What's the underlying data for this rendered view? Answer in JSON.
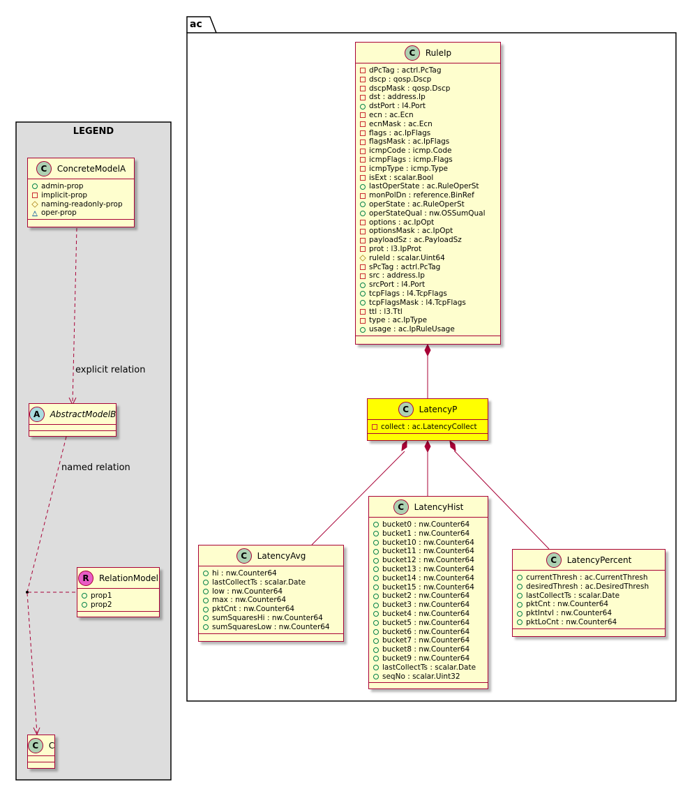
{
  "colors": {
    "class_fill": "#FEFECE",
    "highlight_fill": "#FFFF00",
    "border": "#A80036",
    "class_circle": "#ADD1B2",
    "abstract_circle": "#A9DCDF",
    "relation_circle": "#E85CC6",
    "legend_bg": "#DDDDDD"
  },
  "package": {
    "name": "ac"
  },
  "legend": {
    "title": "LEGEND",
    "concrete": {
      "glyph": "C",
      "name": "ConcreteModelA",
      "attrs": [
        {
          "vis": "public",
          "text": "admin-prop"
        },
        {
          "vis": "private",
          "text": "implicit-prop"
        },
        {
          "vis": "protected",
          "text": "naming-readonly-prop"
        },
        {
          "vis": "package",
          "text": "oper-prop"
        }
      ]
    },
    "abstract": {
      "glyph": "A",
      "name": "AbstractModelB"
    },
    "relation": {
      "glyph": "R",
      "name": "RelationModel",
      "attrs": [
        {
          "vis": "public",
          "text": "prop1"
        },
        {
          "vis": "public",
          "text": "prop2"
        }
      ]
    },
    "target": {
      "glyph": "C",
      "name": "C"
    },
    "explicit_label": "explicit relation",
    "named_label": "named relation"
  },
  "classes": {
    "ruleip": {
      "glyph": "C",
      "name": "RuleIp",
      "attrs": [
        {
          "vis": "private",
          "text": "dPcTag : actrl.PcTag"
        },
        {
          "vis": "private",
          "text": "dscp : qosp.Dscp"
        },
        {
          "vis": "private",
          "text": "dscpMask : qosp.Dscp"
        },
        {
          "vis": "private",
          "text": "dst : address.Ip"
        },
        {
          "vis": "public",
          "text": "dstPort : l4.Port"
        },
        {
          "vis": "private",
          "text": "ecn : ac.Ecn"
        },
        {
          "vis": "private",
          "text": "ecnMask : ac.Ecn"
        },
        {
          "vis": "private",
          "text": "flags : ac.IpFlags"
        },
        {
          "vis": "private",
          "text": "flagsMask : ac.IpFlags"
        },
        {
          "vis": "private",
          "text": "icmpCode : icmp.Code"
        },
        {
          "vis": "private",
          "text": "icmpFlags : icmp.Flags"
        },
        {
          "vis": "private",
          "text": "icmpType : icmp.Type"
        },
        {
          "vis": "private",
          "text": "isExt : scalar.Bool"
        },
        {
          "vis": "public",
          "text": "lastOperState : ac.RuleOperSt"
        },
        {
          "vis": "private",
          "text": "monPolDn : reference.BinRef"
        },
        {
          "vis": "public",
          "text": "operState : ac.RuleOperSt"
        },
        {
          "vis": "public",
          "text": "operStateQual : nw.OSSumQual"
        },
        {
          "vis": "private",
          "text": "options : ac.IpOpt"
        },
        {
          "vis": "private",
          "text": "optionsMask : ac.IpOpt"
        },
        {
          "vis": "private",
          "text": "payloadSz : ac.PayloadSz"
        },
        {
          "vis": "private",
          "text": "prot : l3.IpProt"
        },
        {
          "vis": "protected",
          "text": "ruleId : scalar.Uint64"
        },
        {
          "vis": "private",
          "text": "sPcTag : actrl.PcTag"
        },
        {
          "vis": "private",
          "text": "src : address.Ip"
        },
        {
          "vis": "public",
          "text": "srcPort : l4.Port"
        },
        {
          "vis": "public",
          "text": "tcpFlags : l4.TcpFlags"
        },
        {
          "vis": "public",
          "text": "tcpFlagsMask : l4.TcpFlags"
        },
        {
          "vis": "private",
          "text": "ttl : l3.Ttl"
        },
        {
          "vis": "private",
          "text": "type : ac.IpType"
        },
        {
          "vis": "public",
          "text": "usage : ac.IpRuleUsage"
        }
      ]
    },
    "latencyp": {
      "glyph": "C",
      "name": "LatencyP",
      "attrs": [
        {
          "vis": "private",
          "text": "collect : ac.LatencyCollect"
        }
      ]
    },
    "latencyavg": {
      "glyph": "C",
      "name": "LatencyAvg",
      "attrs": [
        {
          "vis": "public",
          "text": "hi : nw.Counter64"
        },
        {
          "vis": "public",
          "text": "lastCollectTs : scalar.Date"
        },
        {
          "vis": "public",
          "text": "low : nw.Counter64"
        },
        {
          "vis": "public",
          "text": "max : nw.Counter64"
        },
        {
          "vis": "public",
          "text": "pktCnt : nw.Counter64"
        },
        {
          "vis": "public",
          "text": "sumSquaresHi : nw.Counter64"
        },
        {
          "vis": "public",
          "text": "sumSquaresLow : nw.Counter64"
        }
      ]
    },
    "latencyhist": {
      "glyph": "C",
      "name": "LatencyHist",
      "attrs": [
        {
          "vis": "public",
          "text": "bucket0 : nw.Counter64"
        },
        {
          "vis": "public",
          "text": "bucket1 : nw.Counter64"
        },
        {
          "vis": "public",
          "text": "bucket10 : nw.Counter64"
        },
        {
          "vis": "public",
          "text": "bucket11 : nw.Counter64"
        },
        {
          "vis": "public",
          "text": "bucket12 : nw.Counter64"
        },
        {
          "vis": "public",
          "text": "bucket13 : nw.Counter64"
        },
        {
          "vis": "public",
          "text": "bucket14 : nw.Counter64"
        },
        {
          "vis": "public",
          "text": "bucket15 : nw.Counter64"
        },
        {
          "vis": "public",
          "text": "bucket2 : nw.Counter64"
        },
        {
          "vis": "public",
          "text": "bucket3 : nw.Counter64"
        },
        {
          "vis": "public",
          "text": "bucket4 : nw.Counter64"
        },
        {
          "vis": "public",
          "text": "bucket5 : nw.Counter64"
        },
        {
          "vis": "public",
          "text": "bucket6 : nw.Counter64"
        },
        {
          "vis": "public",
          "text": "bucket7 : nw.Counter64"
        },
        {
          "vis": "public",
          "text": "bucket8 : nw.Counter64"
        },
        {
          "vis": "public",
          "text": "bucket9 : nw.Counter64"
        },
        {
          "vis": "public",
          "text": "lastCollectTs : scalar.Date"
        },
        {
          "vis": "public",
          "text": "seqNo : scalar.Uint32"
        }
      ]
    },
    "latencypercent": {
      "glyph": "C",
      "name": "LatencyPercent",
      "attrs": [
        {
          "vis": "public",
          "text": "currentThresh : ac.CurrentThresh"
        },
        {
          "vis": "public",
          "text": "desiredThresh : ac.DesiredThresh"
        },
        {
          "vis": "public",
          "text": "lastCollectTs : scalar.Date"
        },
        {
          "vis": "public",
          "text": "pktCnt : nw.Counter64"
        },
        {
          "vis": "public",
          "text": "pktIntvl : nw.Counter64"
        },
        {
          "vis": "public",
          "text": "pktLoCnt : nw.Counter64"
        }
      ]
    }
  }
}
